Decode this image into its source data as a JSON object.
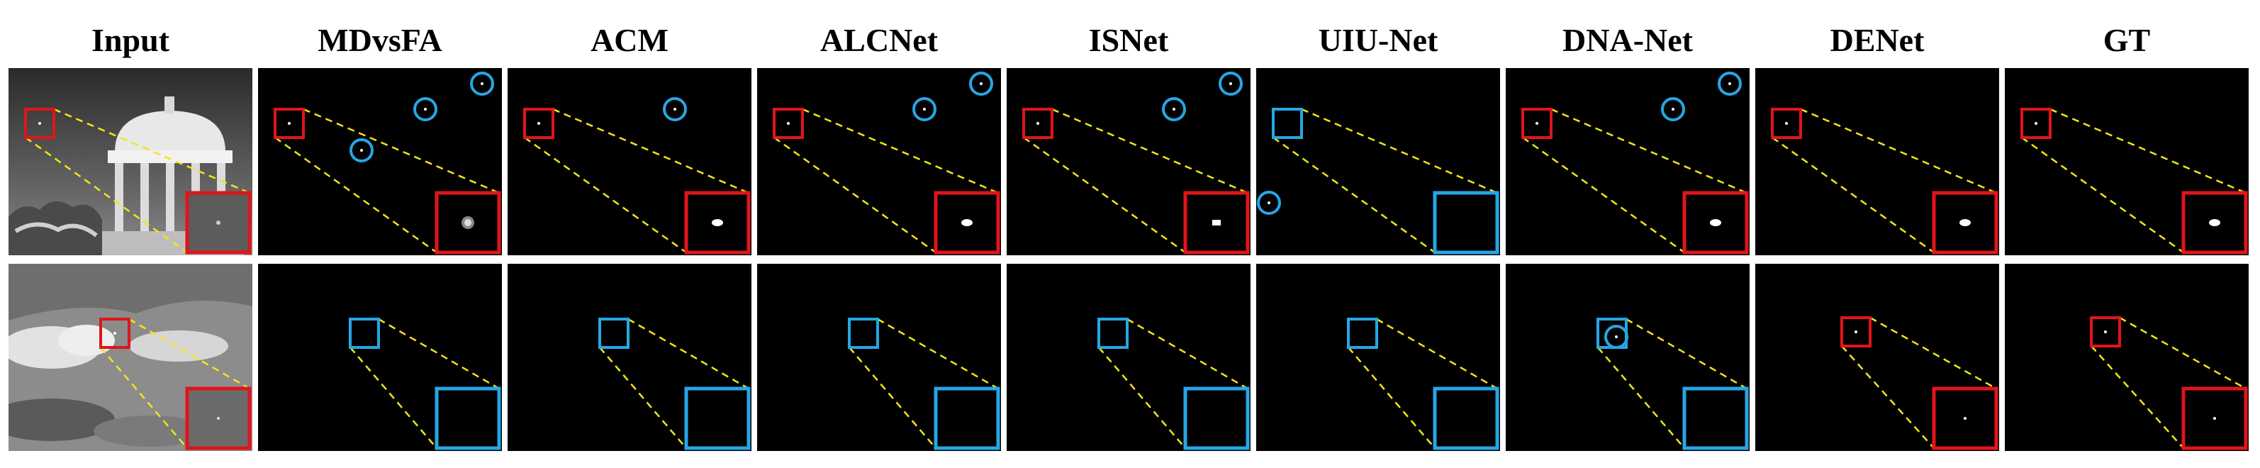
{
  "columns": [
    "Input",
    "MDvsFA",
    "ACM",
    "ALCNet",
    "ISNet",
    "UIU-Net",
    "DNA-Net",
    "DENet",
    "GT"
  ],
  "colors": {
    "target_box": "#e0151a",
    "miss_box": "#26a6e6",
    "false_alarm_circle": "#26a6e6",
    "guide_line": "#f2e516",
    "background": "#000000"
  },
  "rows": [
    {
      "cells": [
        {
          "kind": "input-scene-1",
          "box": "red",
          "zoom": "red"
        },
        {
          "kind": "result",
          "box": "red",
          "zoom": "red",
          "zoom_blob": "soft",
          "circles": 3
        },
        {
          "kind": "result",
          "box": "red",
          "zoom": "red",
          "zoom_blob": "solid",
          "circles": 1
        },
        {
          "kind": "result",
          "box": "red",
          "zoom": "red",
          "zoom_blob": "solid",
          "circles": 2
        },
        {
          "kind": "result",
          "box": "red",
          "zoom": "red",
          "zoom_blob": "small",
          "circles": 2
        },
        {
          "kind": "result",
          "box": "blue",
          "zoom": "blue",
          "zoom_blob": "none",
          "circles": 1
        },
        {
          "kind": "result",
          "box": "red",
          "zoom": "red",
          "zoom_blob": "solid",
          "circles": 2
        },
        {
          "kind": "result",
          "box": "red",
          "zoom": "red",
          "zoom_blob": "solid",
          "circles": 0
        },
        {
          "kind": "result",
          "box": "red",
          "zoom": "red",
          "zoom_blob": "solid",
          "circles": 0
        }
      ]
    },
    {
      "cells": [
        {
          "kind": "input-scene-2",
          "box": "red",
          "zoom": "red"
        },
        {
          "kind": "result",
          "box": "blue",
          "zoom": "blue",
          "zoom_blob": "none",
          "circles": 0
        },
        {
          "kind": "result",
          "box": "blue",
          "zoom": "blue",
          "zoom_blob": "none",
          "circles": 0
        },
        {
          "kind": "result",
          "box": "blue",
          "zoom": "blue",
          "zoom_blob": "none",
          "circles": 0
        },
        {
          "kind": "result",
          "box": "blue",
          "zoom": "blue",
          "zoom_blob": "none",
          "circles": 0
        },
        {
          "kind": "result",
          "box": "blue",
          "zoom": "blue",
          "zoom_blob": "none",
          "circles": 0
        },
        {
          "kind": "result",
          "box": "blue",
          "zoom": "blue",
          "zoom_blob": "none",
          "circles": 1
        },
        {
          "kind": "result",
          "box": "red",
          "zoom": "red",
          "zoom_blob": "tiny",
          "circles": 0
        },
        {
          "kind": "result",
          "box": "red",
          "zoom": "red",
          "zoom_blob": "tiny",
          "circles": 0
        }
      ]
    }
  ]
}
